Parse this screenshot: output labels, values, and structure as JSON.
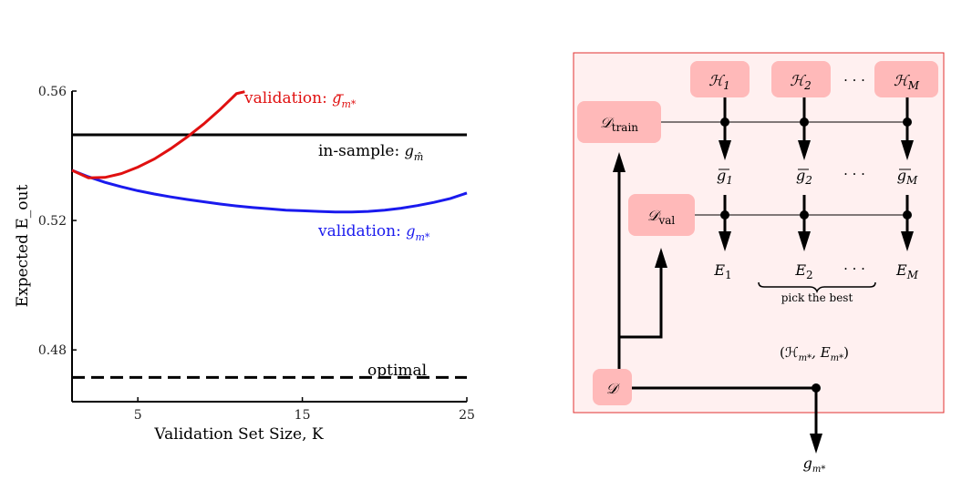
{
  "chart_data": {
    "type": "line",
    "xlabel": "Validation Set Size, K",
    "ylabel": "Expected E_out",
    "xlim": [
      1,
      25
    ],
    "ylim": [
      0.464,
      0.56
    ],
    "xticks": [
      5,
      15,
      25
    ],
    "yticks": [
      0.48,
      0.52,
      0.56
    ],
    "ytick_labels": [
      "0.48",
      "0.52",
      "0.56"
    ],
    "series": [
      {
        "name": "in-sample: g_m̂",
        "color": "#000000",
        "style": "solid",
        "x": [
          1,
          25
        ],
        "y": [
          0.5465,
          0.5465
        ]
      },
      {
        "name": "validation: g_m*",
        "color": "#1a1aee",
        "style": "solid",
        "x": [
          1,
          2,
          3,
          4,
          5,
          6,
          7,
          8,
          9,
          10,
          11,
          12,
          13,
          14,
          15,
          16,
          17,
          18,
          19,
          20,
          21,
          22,
          23,
          24,
          25
        ],
        "y": [
          0.5355,
          0.5335,
          0.5318,
          0.5304,
          0.5292,
          0.5282,
          0.5273,
          0.5265,
          0.5258,
          0.5251,
          0.5245,
          0.524,
          0.5236,
          0.5232,
          0.523,
          0.5228,
          0.5226,
          0.5226,
          0.5228,
          0.5232,
          0.5238,
          0.5246,
          0.5256,
          0.5268,
          0.5285
        ]
      },
      {
        "name": "validation: g_m*-bar",
        "color": "#e01010",
        "style": "solid",
        "x": [
          1,
          2,
          3,
          4,
          5,
          6,
          7,
          8,
          9,
          10,
          11,
          11.5
        ],
        "y": [
          0.5355,
          0.5332,
          0.5333,
          0.5345,
          0.5365,
          0.539,
          0.5422,
          0.5458,
          0.5498,
          0.5543,
          0.5592,
          0.5598
        ]
      },
      {
        "name": "optimal",
        "color": "#000000",
        "style": "dashed",
        "x": [
          1,
          25
        ],
        "y": [
          0.4715,
          0.4715
        ]
      }
    ],
    "annotations": {
      "red_label_text": "validation: ",
      "red_label_math": "g",
      "red_label_sub": "m*",
      "black_label_text": "in-sample: ",
      "black_label_math": "g",
      "black_label_sub": "m̂",
      "blue_label_text": "validation: ",
      "blue_label_math": "g",
      "blue_label_sub": "m*",
      "optimal_label": "optimal"
    }
  },
  "diagram": {
    "background": "#fff0f0",
    "border": "#e03030",
    "node_color": "#ffb9b9",
    "hypotheses": [
      "ℋ",
      "ℋ",
      "ℋ"
    ],
    "hypothesis_subs": [
      "1",
      "2",
      "M"
    ],
    "d_train_main": "𝒟",
    "d_train_sub": "train",
    "d_val_main": "𝒟",
    "d_val_sub": "val",
    "d_main": "𝒟",
    "g_main": "g",
    "g_subs": [
      "1",
      "2",
      "M"
    ],
    "e_main": "E",
    "e_subs": [
      "1",
      "2",
      "M"
    ],
    "dots": "· · ·",
    "pick_label": "pick the best",
    "final_pair": "(ℋ",
    "final_pair_sub1": "m*",
    "final_pair_mid": ", E",
    "final_pair_sub2": "m*",
    "final_pair_end": ")",
    "final_output_main": "g",
    "final_output_sub": "m*"
  }
}
